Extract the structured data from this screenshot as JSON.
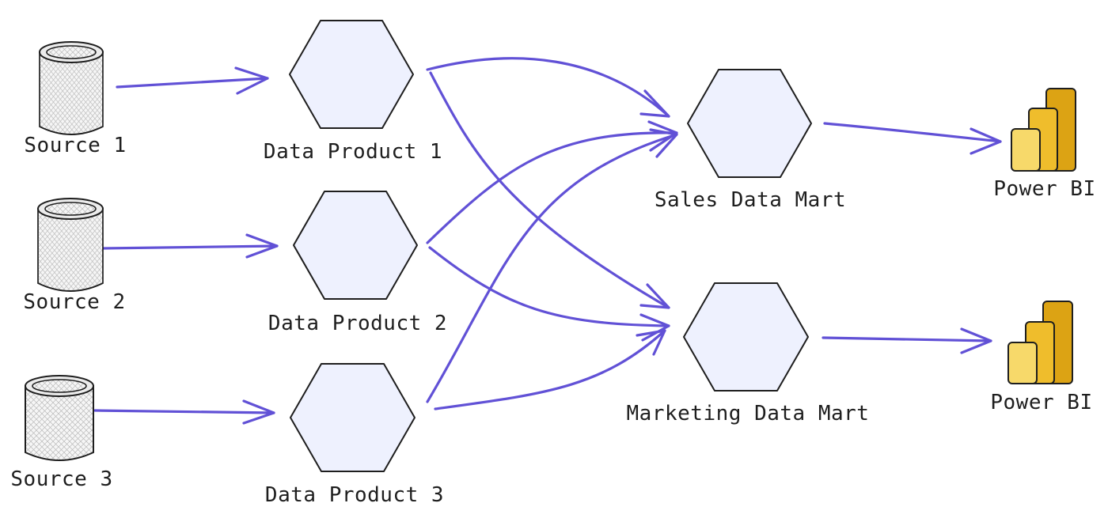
{
  "sources": [
    {
      "label": "Source 1"
    },
    {
      "label": "Source 2"
    },
    {
      "label": "Source 3"
    }
  ],
  "data_products": [
    {
      "label": "Data Product 1"
    },
    {
      "label": "Data Product 2"
    },
    {
      "label": "Data Product 3"
    }
  ],
  "data_marts": [
    {
      "label": "Sales Data Mart"
    },
    {
      "label": "Marketing Data Mart"
    }
  ],
  "reports": [
    {
      "label": "Power BI",
      "icon": "power-bi-icon"
    },
    {
      "label": "Power BI",
      "icon": "power-bi-icon"
    }
  ],
  "colors": {
    "arrow": "#6151d6",
    "hexagon_fill": "#eef1fe",
    "outline": "#1e1e1e",
    "powerbi_light": "#f7d96a",
    "powerbi_mid": "#efbd2c",
    "powerbi_dark": "#dca314"
  },
  "edges": [
    {
      "from": "Source 1",
      "to": "Data Product 1"
    },
    {
      "from": "Source 2",
      "to": "Data Product 2"
    },
    {
      "from": "Source 3",
      "to": "Data Product 3"
    },
    {
      "from": "Data Product 1",
      "to": "Sales Data Mart"
    },
    {
      "from": "Data Product 1",
      "to": "Marketing Data Mart"
    },
    {
      "from": "Data Product 2",
      "to": "Sales Data Mart"
    },
    {
      "from": "Data Product 2",
      "to": "Marketing Data Mart"
    },
    {
      "from": "Data Product 3",
      "to": "Sales Data Mart"
    },
    {
      "from": "Data Product 3",
      "to": "Marketing Data Mart"
    },
    {
      "from": "Sales Data Mart",
      "to": "Power BI"
    },
    {
      "from": "Marketing Data Mart",
      "to": "Power BI"
    }
  ]
}
